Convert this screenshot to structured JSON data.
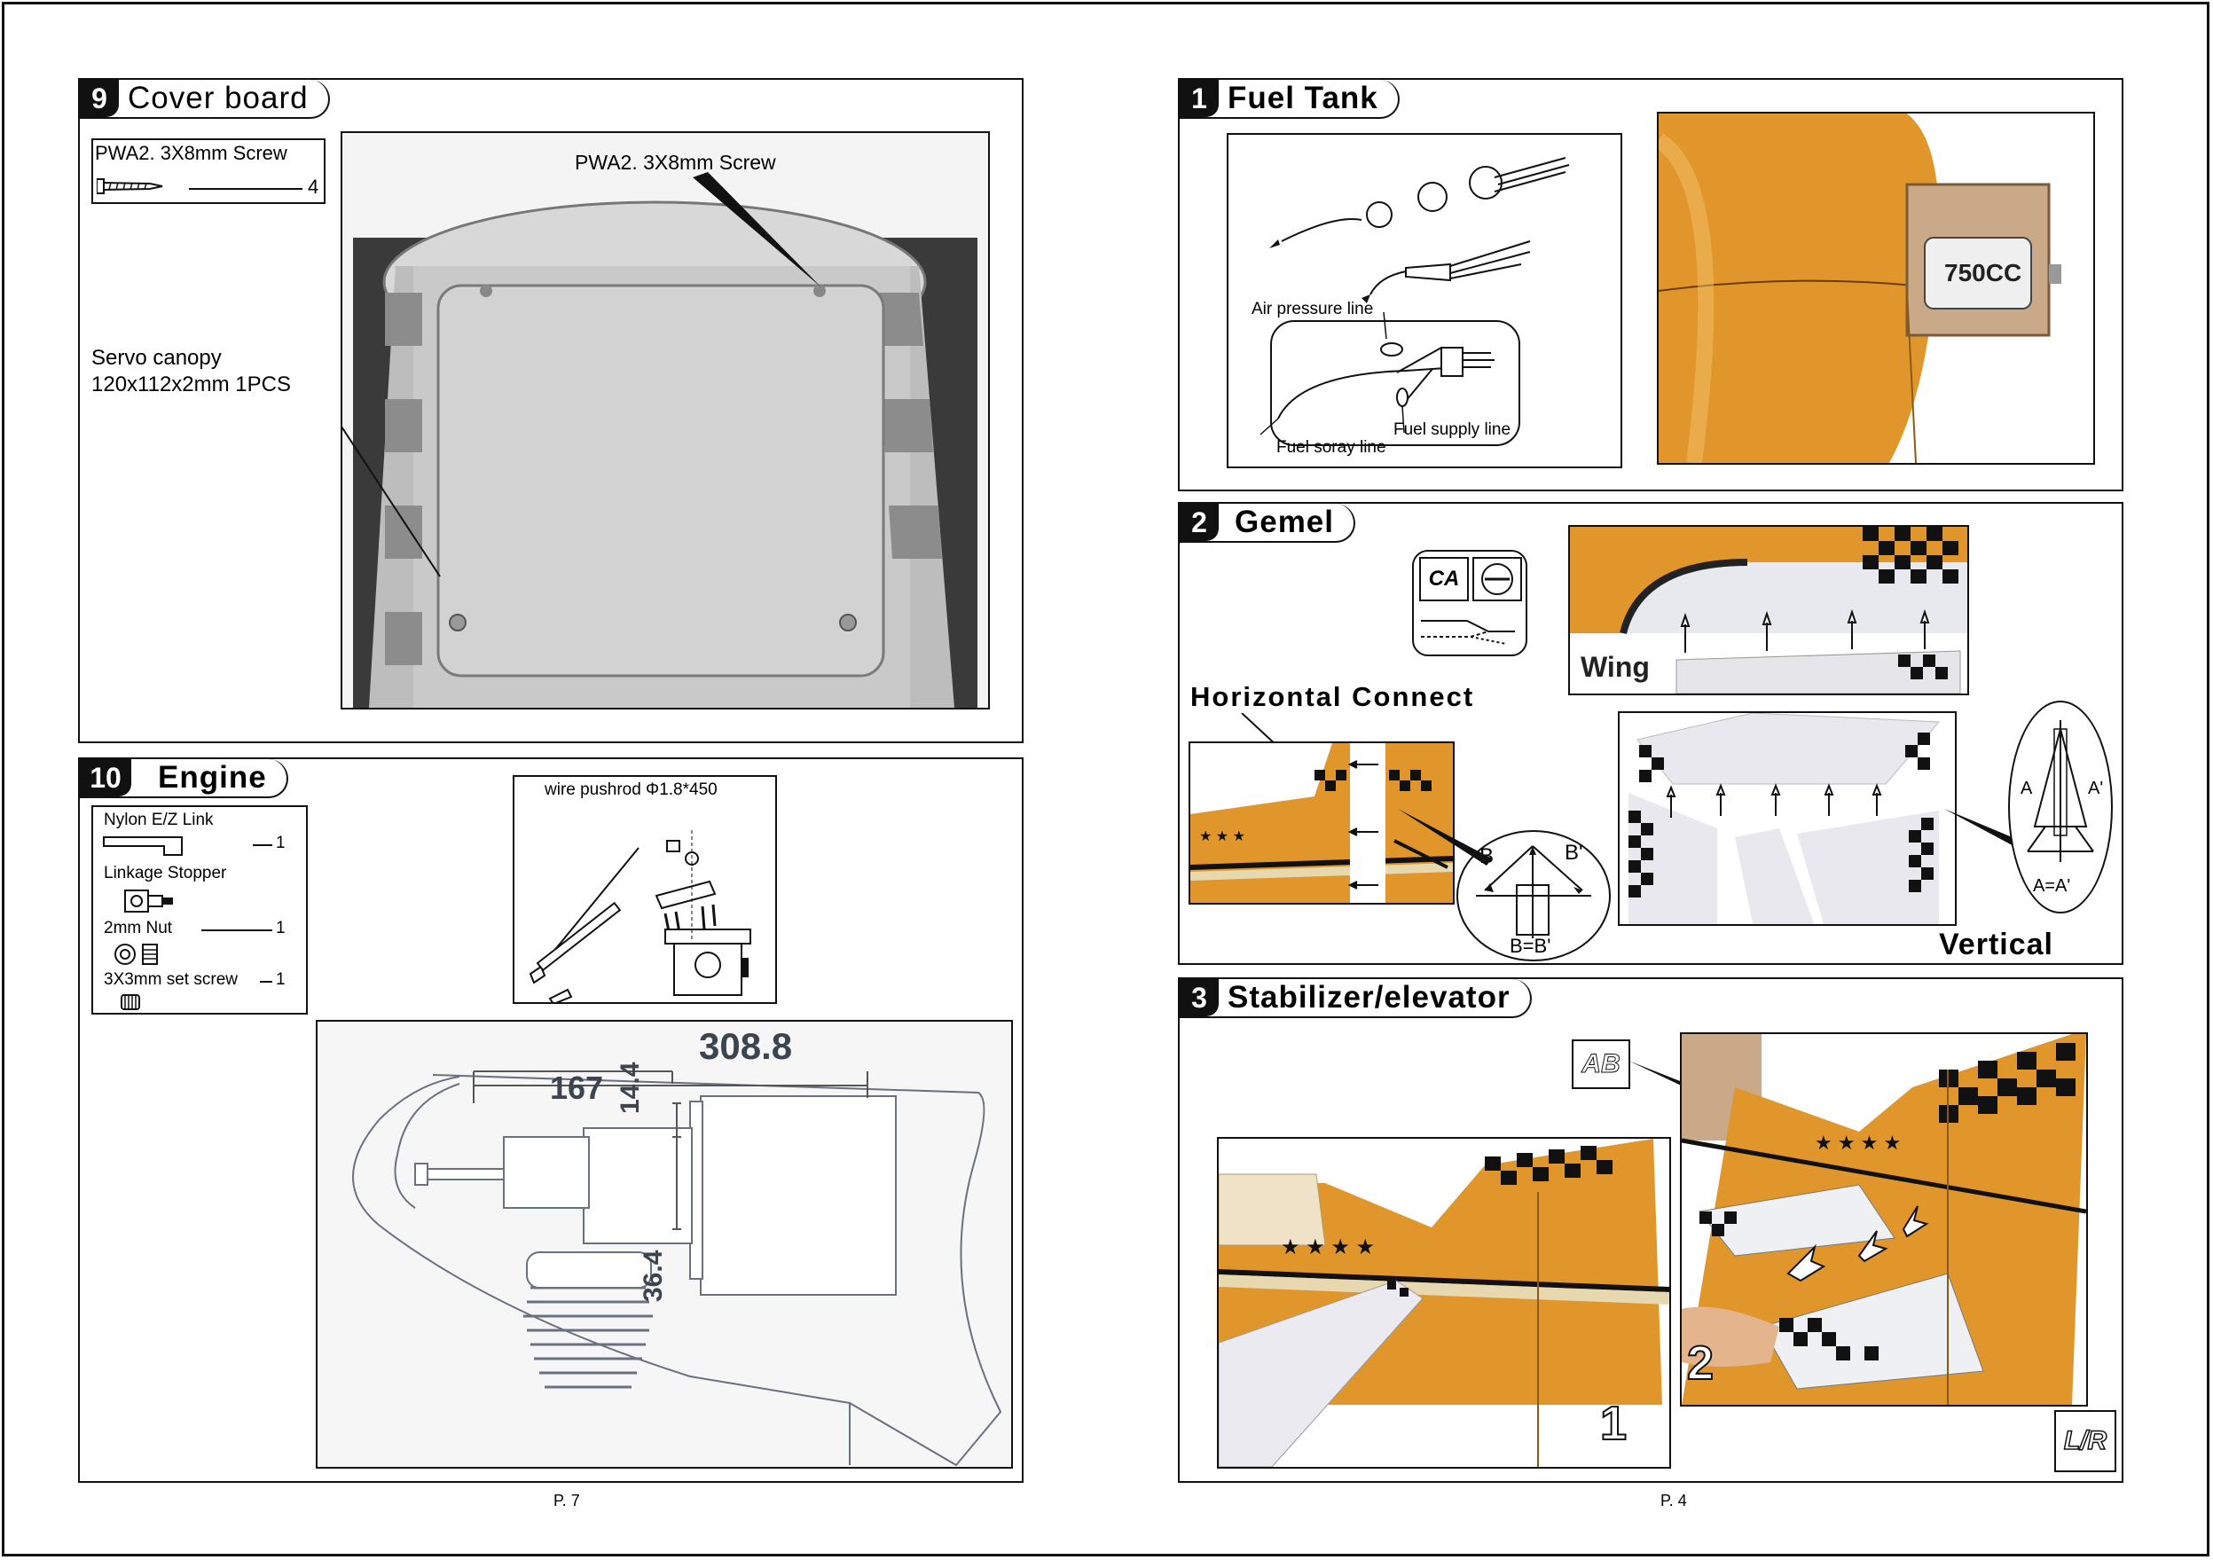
{
  "left_page": {
    "page_number": "P. 7",
    "section9": {
      "number": "9",
      "title": "Cover board",
      "parts": {
        "name": "PWA2. 3X8mm Screw",
        "qty": "4"
      },
      "callout_screw": "PWA2. 3X8mm Screw",
      "callout_canopy_line1": "Servo canopy",
      "callout_canopy_line2": "120x112x2mm  1PCS"
    },
    "section10": {
      "number": "10",
      "title": "Engine",
      "parts": [
        {
          "name": "Nylon E/Z Link",
          "qty": ""
        },
        {
          "name": "",
          "qty": "1"
        },
        {
          "name": "Linkage  Stopper",
          "qty": ""
        },
        {
          "name": "2mm  Nut",
          "qty": "1"
        },
        {
          "name": "3X3mm  set screw",
          "qty": "1"
        }
      ],
      "pushrod_label": "wire pushrod  Φ1.8*450",
      "dims": {
        "overall": "308.8",
        "first": "167",
        "v1": "14.4",
        "v2": "36.4"
      }
    }
  },
  "right_page": {
    "page_number": "P. 4",
    "section1": {
      "number": "1",
      "title": "Fuel Tank",
      "air_line": "Air pressure line",
      "supply_line": "Fuel supply line",
      "soray_line": "Fuel soray line",
      "tank_label": "750CC"
    },
    "section2": {
      "number": "2",
      "title": "Gemel",
      "wing": "Wing",
      "horizontal": "Horizontal Connect",
      "vertical": "Vertical",
      "ca": "CA",
      "b": "B",
      "b2": "B'",
      "bb": "B=B'",
      "a": "A",
      "a2": "A'",
      "aa": "A=A'"
    },
    "section3": {
      "number": "3",
      "title": "Stabilizer/elevator",
      "ab": "AB",
      "step1": "1",
      "step2": "2",
      "lr": "L/R"
    }
  },
  "colors": {
    "plane_orange": "#e0962a",
    "panel_border": "#111111"
  }
}
